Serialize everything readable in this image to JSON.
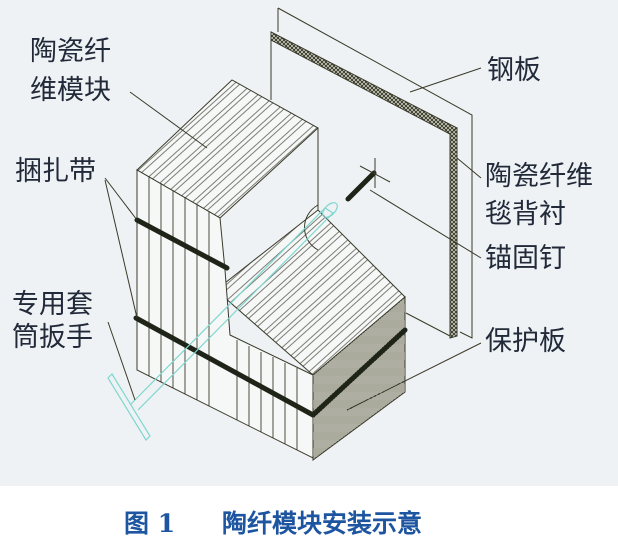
{
  "labels": {
    "module_line1": "陶瓷纤",
    "module_line2": "维模块",
    "strap": "捆扎带",
    "wrench_line1": "专用套",
    "wrench_line2": "筒扳手",
    "steel_plate": "钢板",
    "blanket_line1": "陶瓷纤维",
    "blanket_line2": "毯背衬",
    "anchor": "锚固钉",
    "protect_plate": "保护板"
  },
  "caption": {
    "number": "图 1",
    "title": "陶纤模块安装示意"
  },
  "colors": {
    "background": "#eef2f4",
    "caption": "#1d55a0",
    "strap": "#1f2418",
    "wrench": "#7fd6cf"
  }
}
